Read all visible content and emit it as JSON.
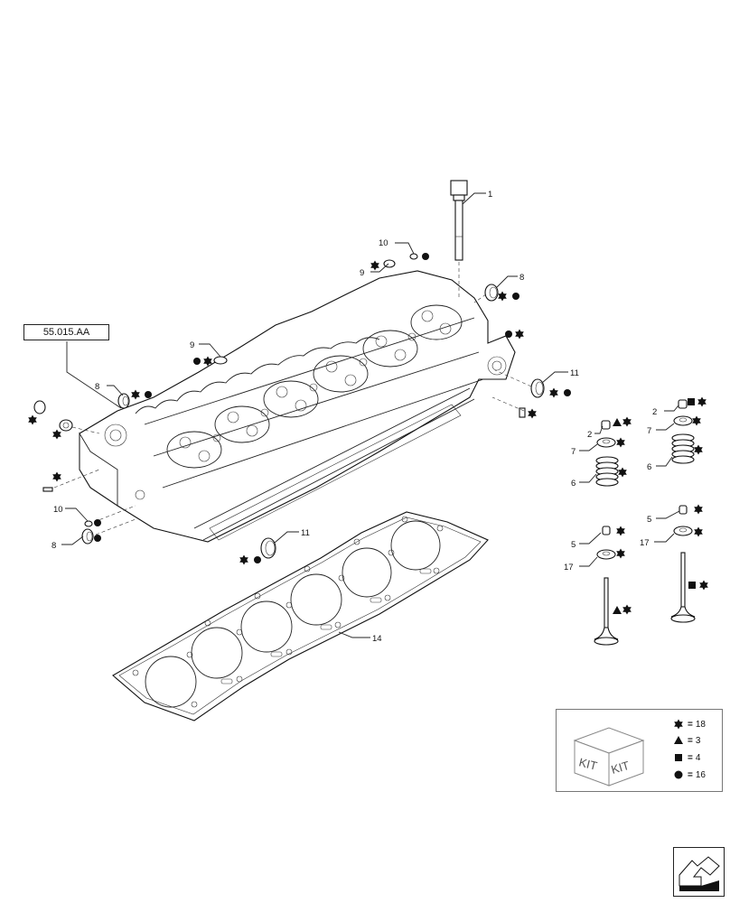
{
  "reference_box": {
    "label": "55.015.AA"
  },
  "callouts": [
    {
      "id": "c1",
      "label": "1"
    },
    {
      "id": "c10a",
      "label": "10"
    },
    {
      "id": "c9a",
      "label": "9"
    },
    {
      "id": "c8a",
      "label": "8"
    },
    {
      "id": "c9b",
      "label": "9"
    },
    {
      "id": "c8b",
      "label": "8"
    },
    {
      "id": "c11a",
      "label": "11"
    },
    {
      "id": "c10b",
      "label": "10"
    },
    {
      "id": "c8c",
      "label": "8"
    },
    {
      "id": "c11b",
      "label": "11"
    },
    {
      "id": "c14",
      "label": "14"
    },
    {
      "id": "c2a",
      "label": "2"
    },
    {
      "id": "c7a",
      "label": "7"
    },
    {
      "id": "c6a",
      "label": "6"
    },
    {
      "id": "c5a",
      "label": "5"
    },
    {
      "id": "c17a",
      "label": "17"
    },
    {
      "id": "c2b",
      "label": "2"
    },
    {
      "id": "c7b",
      "label": "7"
    },
    {
      "id": "c6b",
      "label": "6"
    },
    {
      "id": "c5b",
      "label": "5"
    },
    {
      "id": "c17b",
      "label": "17"
    }
  ],
  "legend": {
    "kit_text_left": "KIT",
    "kit_text_right": "KIT",
    "rows": [
      {
        "symbol": "star-icon",
        "value": "18"
      },
      {
        "symbol": "triangle-icon",
        "value": "3"
      },
      {
        "symbol": "square-icon",
        "value": "4"
      },
      {
        "symbol": "circle-icon",
        "value": "16"
      }
    ]
  }
}
